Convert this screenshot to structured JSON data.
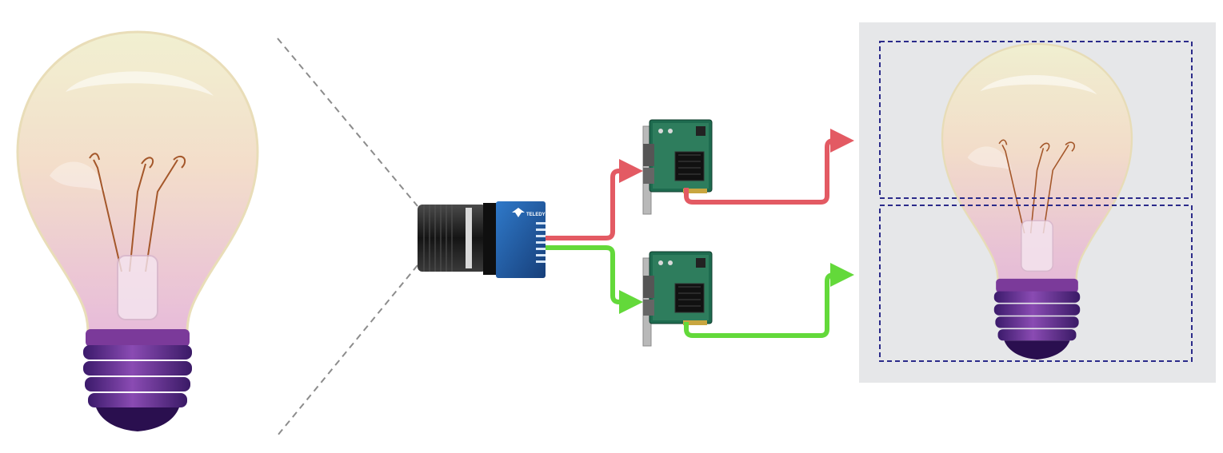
{
  "diagram": {
    "camera": {
      "brand_mark": "TELEDYNE DALSA",
      "icon": "camera-icon"
    },
    "frame_grabbers": [
      {
        "id": "top",
        "icon": "pcie-card-icon",
        "link_color": "#e35a63"
      },
      {
        "id": "bottom",
        "icon": "pcie-card-icon",
        "link_color": "#63d93a"
      }
    ],
    "output_regions": [
      {
        "id": "top-half",
        "border_color": "#2b2b8a"
      },
      {
        "id": "bottom-half",
        "border_color": "#2b2b8a"
      }
    ],
    "colors": {
      "output_panel_bg": "#e6e7e9",
      "camera_body": "#1f5fa8",
      "field_of_view_line": "#8c8c8c",
      "bulb_base": "#5a2a86"
    },
    "icons": [
      "light-bulb-icon",
      "camera-icon",
      "pcie-card-icon",
      "arrow-icon"
    ]
  }
}
